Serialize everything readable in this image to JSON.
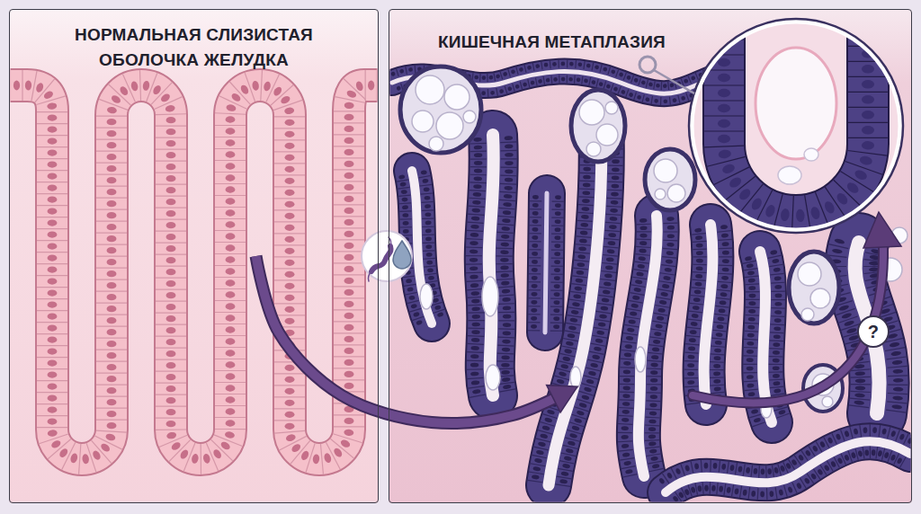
{
  "diagram": {
    "nodes": [
      {
        "text": [
          "НОРМАЛЬНАЯ СЛИЗИСТАЯ ОБОЛОЧКА ЖЕЛУДКА"
        ]
      },
      {
        "text": [
          "КИШЕЧНАЯ МЕТАПЛАЗИЯ"
        ]
      },
      {
        "text": [
          "?"
        ],
        "in": 1
      }
    ],
    "edges": [
      {
        "from": 0,
        "to": 1,
        "arrow": "to"
      }
    ]
  }
}
